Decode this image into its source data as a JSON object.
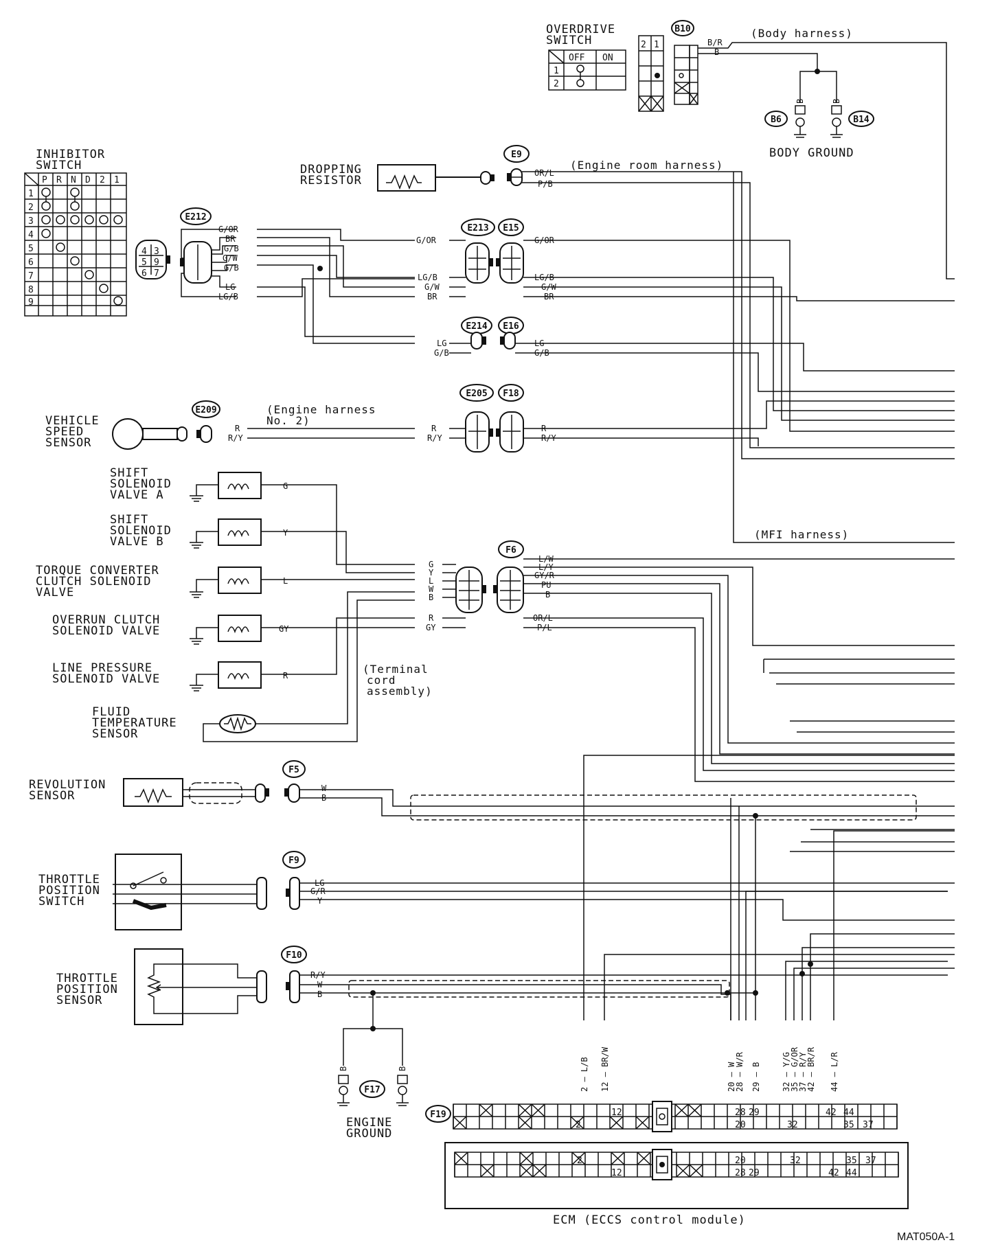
{
  "components": {
    "overdrive_switch": {
      "l1": "OVERDRIVE",
      "l2": "SWITCH",
      "col1": "OFF",
      "col2": "ON",
      "row1": "1",
      "row2": "2",
      "term1": "2",
      "term2": "1"
    },
    "inhibitor_switch": {
      "l1": "INHIBITOR",
      "l2": "SWITCH",
      "cols": [
        "P",
        "R",
        "N",
        "D",
        "2",
        "1"
      ],
      "rows": [
        "1",
        "2",
        "3",
        "4",
        "5",
        "6",
        "7",
        "8",
        "9"
      ],
      "pins": [
        "4",
        "5",
        "6",
        "3",
        "9",
        "7"
      ]
    },
    "dropping_resistor": {
      "l1": "DROPPING",
      "l2": "RESISTOR"
    },
    "body_ground": {
      "label": "BODY GROUND"
    },
    "vehicle_speed_sensor": {
      "l1": "VEHICLE",
      "l2": "SPEED",
      "l3": "SENSOR"
    },
    "shift_solenoid_a": {
      "l1": "SHIFT",
      "l2": "SOLENOID",
      "l3": "VALVE A"
    },
    "shift_solenoid_b": {
      "l1": "SHIFT",
      "l2": "SOLENOID",
      "l3": "VALVE B"
    },
    "tcc_solenoid": {
      "l1": "TORQUE CONVERTER",
      "l2": "CLUTCH SOLENOID",
      "l3": "VALVE"
    },
    "overrun_solenoid": {
      "l1": "OVERRUN CLUTCH",
      "l2": "SOLENOID VALVE"
    },
    "line_pressure_solenoid": {
      "l1": "LINE PRESSURE",
      "l2": "SOLENOID VALVE"
    },
    "fluid_temp_sensor": {
      "l1": "FLUID",
      "l2": "TEMPERATURE",
      "l3": "SENSOR"
    },
    "revolution_sensor": {
      "l1": "REVOLUTION",
      "l2": "SENSOR"
    },
    "throttle_position_switch": {
      "l1": "THROTTLE",
      "l2": "POSITION",
      "l3": "SWITCH"
    },
    "throttle_position_sensor": {
      "l1": "THROTTLE",
      "l2": "POSITION",
      "l3": "SENSOR"
    },
    "engine_ground": {
      "l1": "ENGINE",
      "l2": "GROUND"
    },
    "ecm": {
      "label": "ECM (ECCS control module)"
    }
  },
  "connectors": {
    "b10": "B10",
    "b6": "B6",
    "b14": "B14",
    "e9": "E9",
    "e212": "E212",
    "e213": "E213",
    "e15": "E15",
    "e214": "E214",
    "e16": "E16",
    "e209": "E209",
    "e205": "E205",
    "f18": "F18",
    "f6": "F6",
    "f5": "F5",
    "f9": "F9",
    "f10": "F10",
    "f17": "F17",
    "f19": "F19"
  },
  "harness_notes": {
    "body": "(Body harness)",
    "engine_room": "(Engine room harness)",
    "engine2_l1": "(Engine harness",
    "engine2_l2": "No. 2)",
    "mfi": "(MFI harness)",
    "tca_l1": "(Terminal",
    "tca_l2": "cord",
    "tca_l3": "assembly)"
  },
  "wire_colors": {
    "b10": [
      "B/R",
      "B"
    ],
    "b6": "B",
    "b14": "B",
    "e9": [
      "OR/L",
      "P/B"
    ],
    "e212": [
      "G/OR",
      "BR",
      "G/B",
      "G/W",
      "G/B",
      "LG",
      "LG/B"
    ],
    "e213": [
      "G/OR",
      "LG/B",
      "G/W",
      "BR"
    ],
    "e15": [
      "G/OR",
      "LG/B",
      "G/W",
      "BR"
    ],
    "e214": [
      "LG",
      "G/B"
    ],
    "e16": [
      "LG",
      "G/B"
    ],
    "e209": [
      "R",
      "R/Y"
    ],
    "e205": [
      "R",
      "R/Y"
    ],
    "f18": [
      "R",
      "R/Y"
    ],
    "sol_a": "G",
    "sol_b": "Y",
    "tcc": "L",
    "overrun": "GY",
    "line": "R",
    "f6_left": [
      "G",
      "Y",
      "L",
      "W",
      "B",
      "R",
      "GY"
    ],
    "f6_right": [
      "L/W",
      "L/Y",
      "GY/R",
      "PU",
      "B",
      "OR/L",
      "P/L"
    ],
    "f5": [
      "W",
      "B"
    ],
    "f9": [
      "LG",
      "G/R",
      "Y"
    ],
    "f10": [
      "R/Y",
      "W",
      "B"
    ],
    "f17": [
      "B",
      "B"
    ]
  },
  "ecm_pins": [
    {
      "num": "2",
      "color": "L/B"
    },
    {
      "num": "12",
      "color": "BR/W"
    },
    {
      "num": "20",
      "color": "W"
    },
    {
      "num": "28",
      "color": "W/R"
    },
    {
      "num": "29",
      "color": "B"
    },
    {
      "num": "32",
      "color": "Y/G"
    },
    {
      "num": "35",
      "color": "G/OR"
    },
    {
      "num": "37",
      "color": "R/Y"
    },
    {
      "num": "42",
      "color": "BR/R"
    },
    {
      "num": "44",
      "color": "L/R"
    }
  ],
  "diagram_id": "MAT050A-1"
}
